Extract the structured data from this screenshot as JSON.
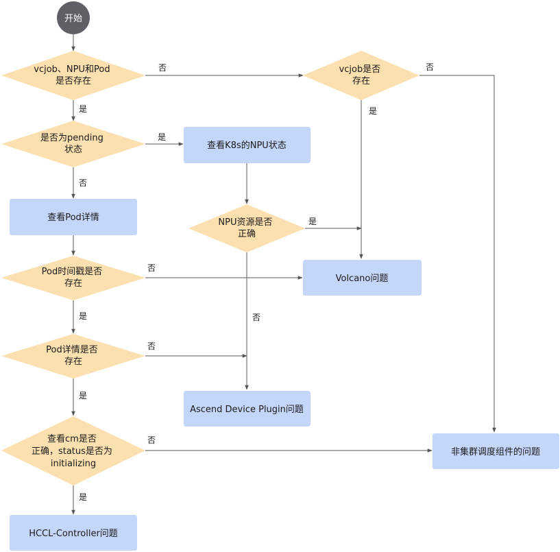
{
  "colors": {
    "decision_fill": "#fde0b0",
    "process_fill": "#c5d6fb",
    "start_fill": "#5f6066",
    "line": "#555555"
  },
  "nodes": {
    "start": {
      "lines": [
        "开始"
      ]
    },
    "d_exist": {
      "lines": [
        "vcjob、NPU和Pod",
        "是否存在"
      ]
    },
    "d_vcjob": {
      "lines": [
        "vcjob是否",
        "存在"
      ]
    },
    "d_pending": {
      "lines": [
        "是否为pending",
        "状态"
      ]
    },
    "p_k8s": {
      "lines": [
        "查看K8s的NPU状态"
      ]
    },
    "p_pod_detail": {
      "lines": [
        "查看Pod详情"
      ]
    },
    "d_npu": {
      "lines": [
        "NPU资源是否",
        "正确"
      ]
    },
    "d_timestamp": {
      "lines": [
        "Pod时间戳是否",
        "存在"
      ]
    },
    "p_volcano": {
      "lines": [
        "Volcano问题"
      ]
    },
    "d_detail": {
      "lines": [
        "Pod详情是否",
        "存在"
      ]
    },
    "p_ascend": {
      "lines": [
        "Ascend Device Plugin问题"
      ]
    },
    "d_cm": {
      "lines": [
        "查看cm是否",
        "正确，status是否为",
        "initializing"
      ]
    },
    "p_non_cluster": {
      "lines": [
        "非集群调度组件的问题"
      ]
    },
    "p_hccl": {
      "lines": [
        "HCCL-Controller问题"
      ]
    }
  },
  "edge_labels": {
    "exist_no": "否",
    "vcjob_no": "否",
    "exist_yes": "是",
    "vcjob_yes": "是",
    "pending_yes": "是",
    "pending_no": "否",
    "npu_yes": "是",
    "timestamp_no": "否",
    "npu_no": "否",
    "timestamp_yes": "是",
    "detail_no": "否",
    "detail_yes": "是",
    "cm_no": "否",
    "cm_yes": "是"
  }
}
